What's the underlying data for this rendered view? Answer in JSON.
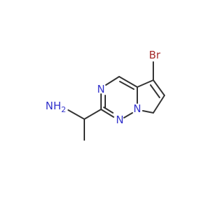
{
  "atoms": {
    "br": "Br",
    "n_ring_top": "N",
    "n_ring_bottom": "N",
    "n_bridge": "N",
    "amine": "NH",
    "amine_subscript": "2"
  },
  "colors": {
    "carbon_bond": "#333333",
    "nitrogen": "#3333cc",
    "bromine": "#a52a2a",
    "background": "#ffffff"
  }
}
